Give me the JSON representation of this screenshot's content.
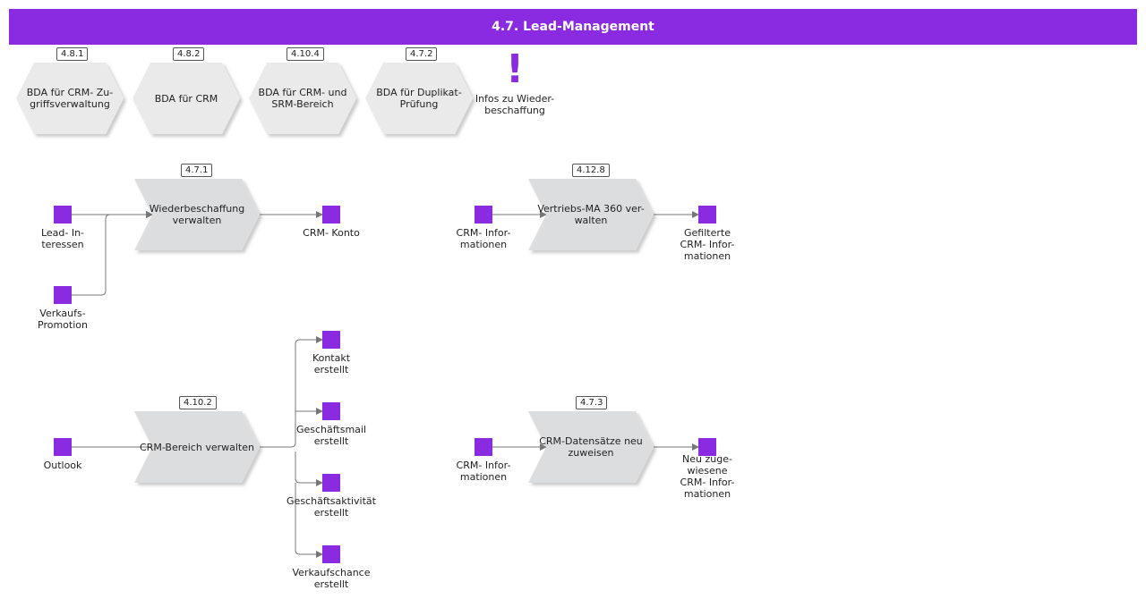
{
  "title": "4.7. Lead-Management",
  "colors": {
    "accent": "#8a2be2",
    "hexagon": "#eaeaea",
    "process": "#dcdddf",
    "line": "#777777"
  },
  "top_processes": [
    {
      "ref": "4.8.1",
      "label": "BDA für CRM- Zu- griffsverwaltung"
    },
    {
      "ref": "4.8.2",
      "label": "BDA für CRM"
    },
    {
      "ref": "4.10.4",
      "label": "BDA für CRM- und SRM-Bereich"
    },
    {
      "ref": "4.7.2",
      "label": "BDA für Duplikat- Prüfung"
    }
  ],
  "info": {
    "icon": "exclamation-icon",
    "mark": "!",
    "label": "Infos zu Wieder- beschaffung"
  },
  "processes": [
    {
      "ref": "4.7.1",
      "label": "Wiederbeschaffung verwalten"
    },
    {
      "ref": "4.12.8",
      "label": "Vertriebs-MA 360 ver- walten"
    },
    {
      "ref": "4.10.2",
      "label": "CRM-Bereich verwalten"
    },
    {
      "ref": "4.7.3",
      "label": "CRM-Datensätze neu zuweisen"
    }
  ],
  "objects": {
    "lead_interessen": "Lead- In- teressen",
    "verkaufs_promotion": "Verkaufs- Promotion",
    "crm_konto": "CRM- Konto",
    "crm_informationen_1": "CRM- Infor- mationen",
    "gefilterte_crm_informationen": "Gefilterte CRM- Infor- mationen",
    "outlook": "Outlook",
    "kontakt_erstellt": "Kontakt erstellt",
    "geschaeftsmail_erstellt": "Geschäftsmail erstellt",
    "geschaeftsaktivitaet_erstellt": "Geschäftsaktivität erstellt",
    "verkaufschance_erstellt": "Verkaufschance erstellt",
    "crm_informationen_2": "CRM- Infor- mationen",
    "neu_zugewiesene_crm_informationen": "Neu zuge- wiesene CRM- Infor- mationen"
  }
}
